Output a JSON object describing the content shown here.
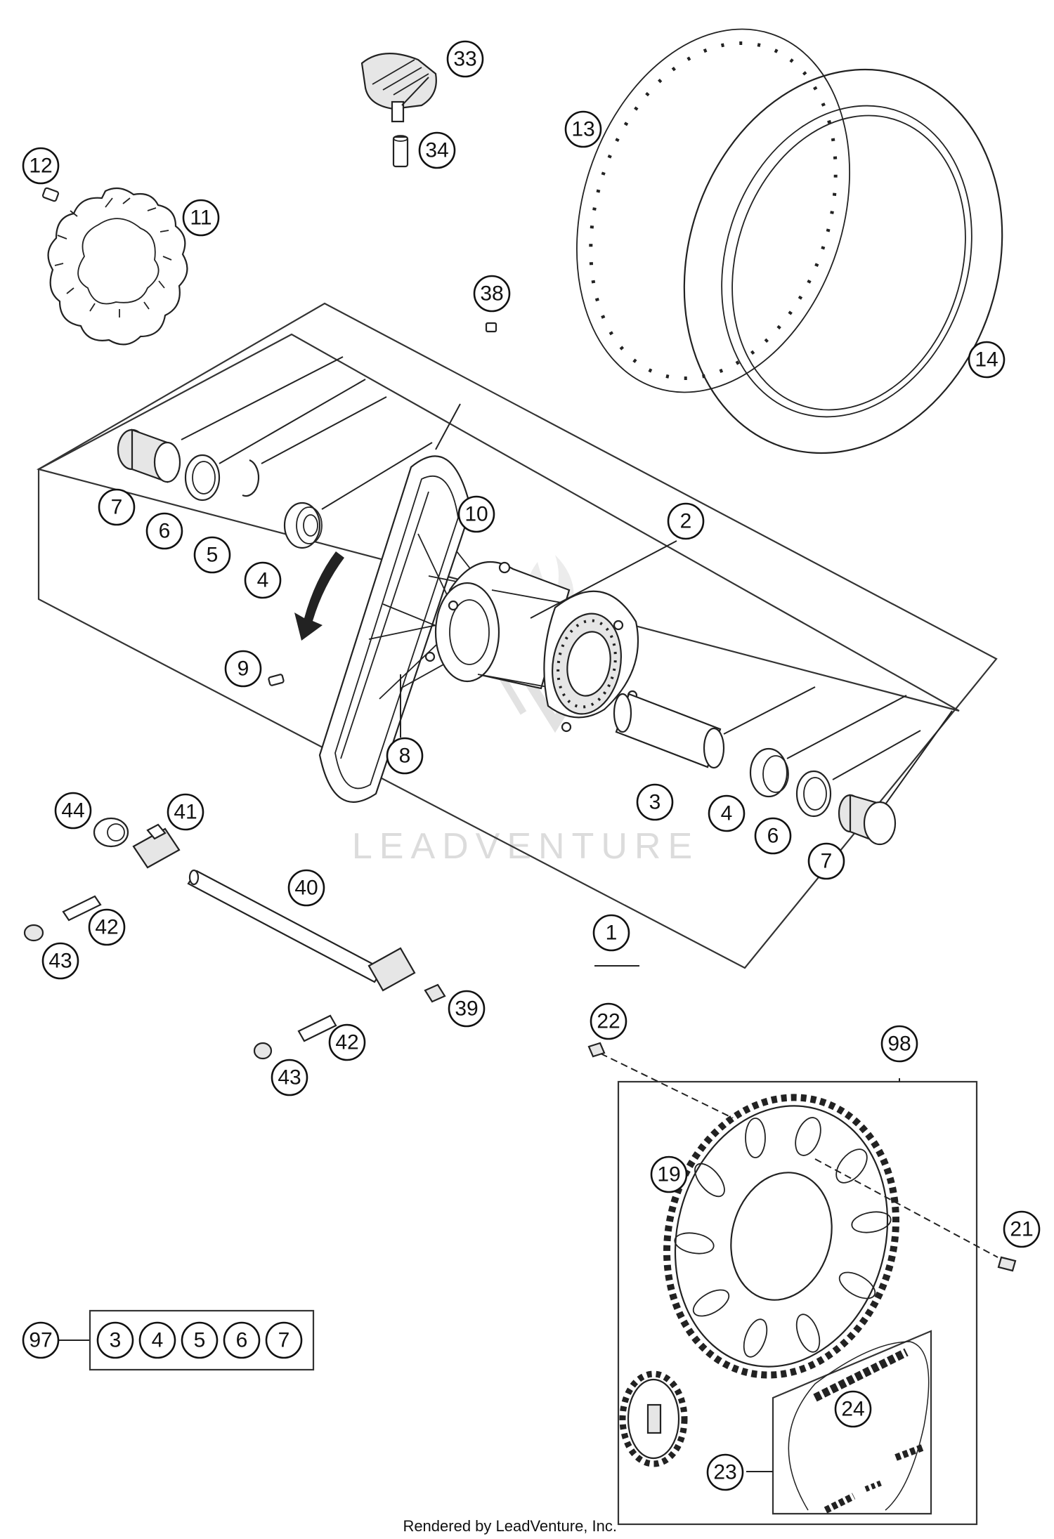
{
  "callouts": {
    "c33": "33",
    "c34": "34",
    "c12": "12",
    "c11": "11",
    "c13": "13",
    "c14": "14",
    "c38": "38",
    "c10": "10",
    "c2": "2",
    "c7a": "7",
    "c6a": "6",
    "c5a": "5",
    "c4a": "4",
    "c9": "9",
    "c8": "8",
    "c3": "3",
    "c4b": "4",
    "c6b": "6",
    "c7b": "7",
    "c1": "1",
    "c44": "44",
    "c41": "41",
    "c40": "40",
    "c42a": "42",
    "c43a": "43",
    "c39": "39",
    "c42b": "42",
    "c43b": "43",
    "c22": "22",
    "c98": "98",
    "c19": "19",
    "c21": "21",
    "c24": "24",
    "c23": "23"
  },
  "kit97": {
    "label": "97",
    "items": [
      "3",
      "4",
      "5",
      "6",
      "7"
    ]
  },
  "watermark": {
    "text": "LEADVENTURE"
  },
  "footer": {
    "text": "Rendered by LeadVenture, Inc."
  }
}
